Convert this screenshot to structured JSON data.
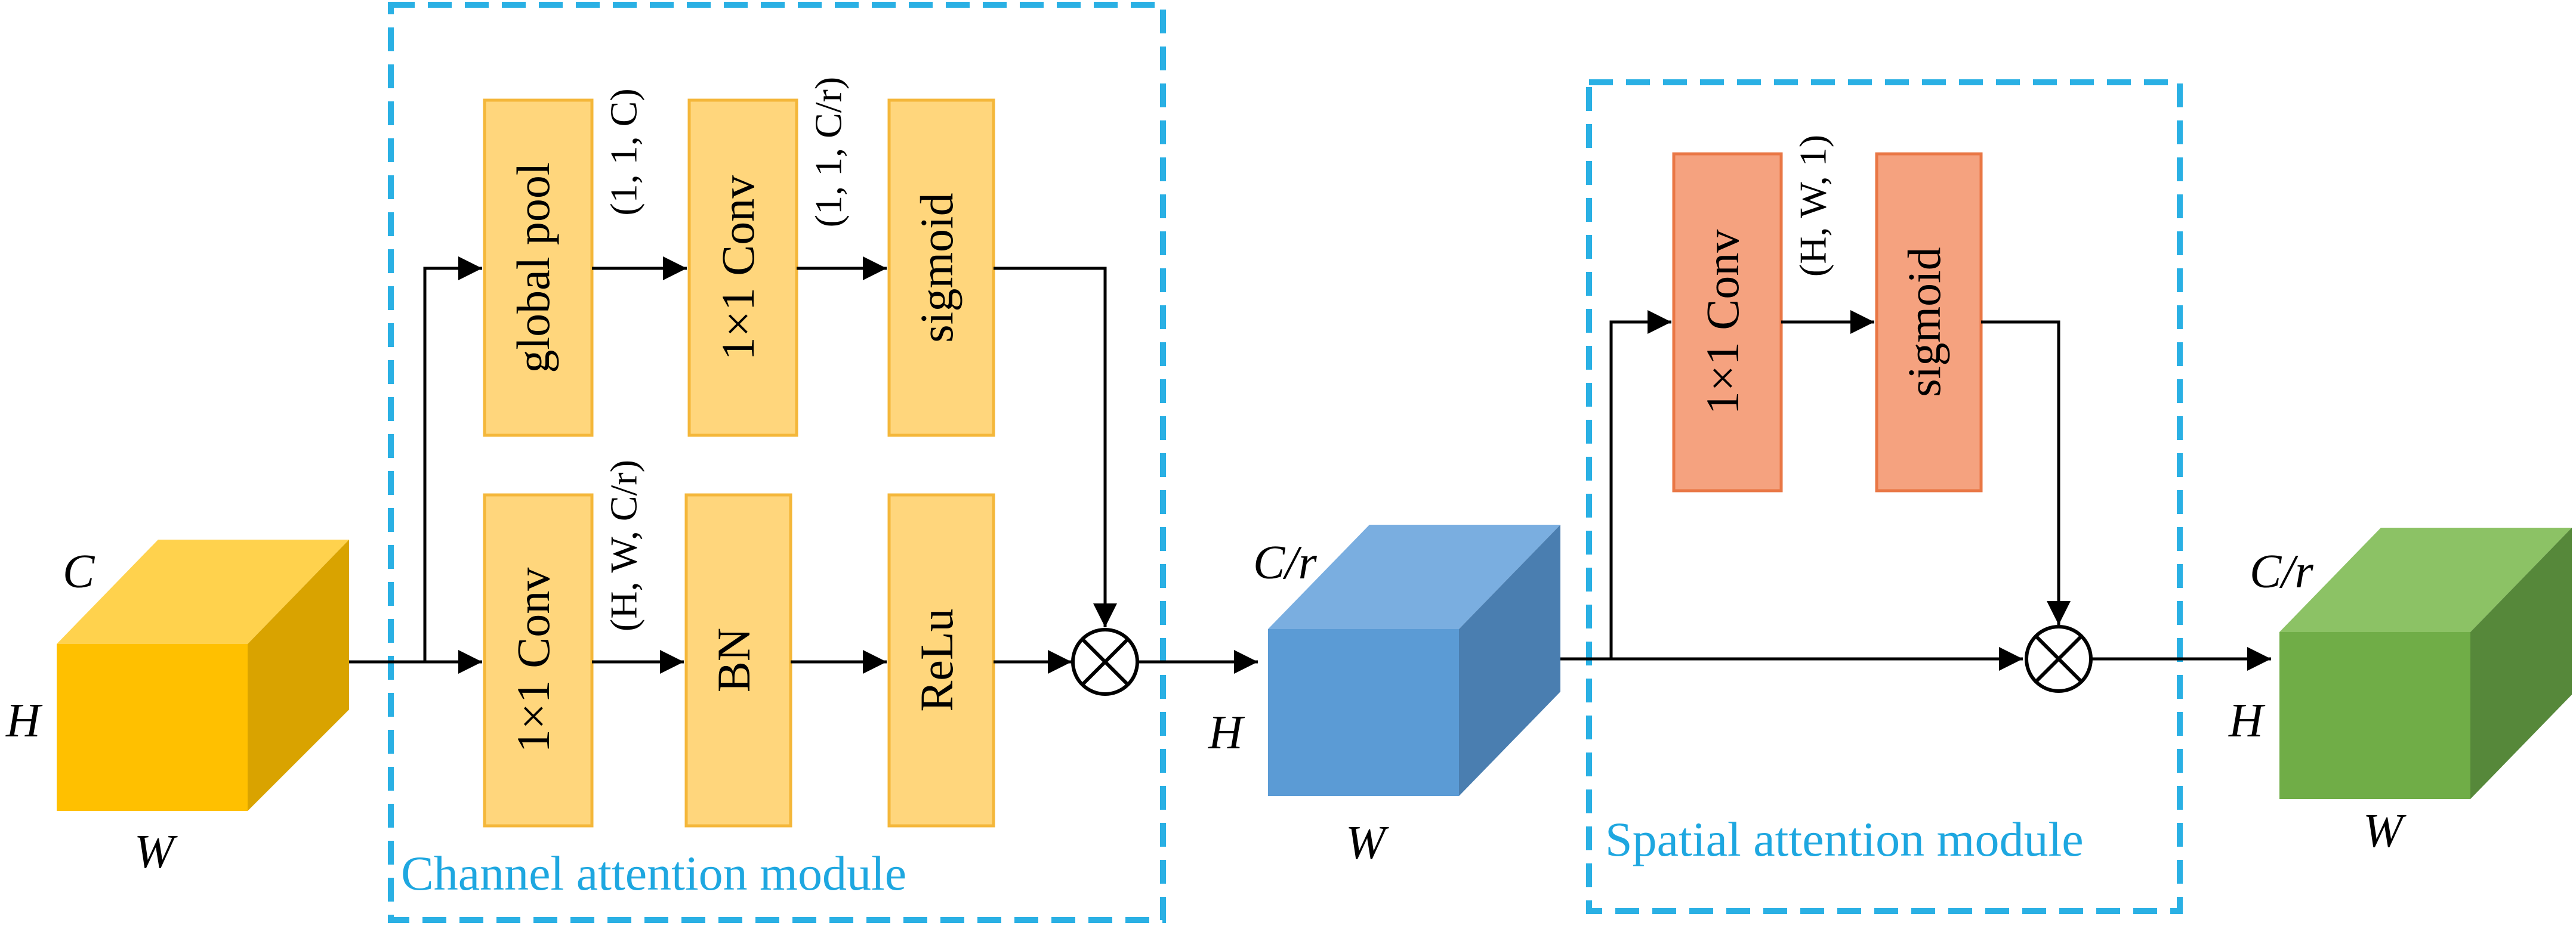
{
  "colors": {
    "dashed_frame": "#2ab0e4",
    "module_label": "#1ea7e0",
    "yellow_block_fill": "#ffd67c",
    "yellow_block_stroke": "#f4b73a",
    "orange_block_fill": "#f5a27f",
    "orange_block_stroke": "#e97745",
    "arrow": "#000000"
  },
  "input_cube": {
    "label_c": "C",
    "label_h": "H",
    "label_w": "W",
    "front": "#ffc000",
    "top": "#ffd24d",
    "side": "#d9a300"
  },
  "middle_cube": {
    "label_c": "C/r",
    "label_h": "H",
    "label_w": "W",
    "front": "#5b9bd5",
    "top": "#7aaee0",
    "side": "#4a7eb0"
  },
  "output_cube": {
    "label_c": "C/r",
    "label_h": "H",
    "label_w": "W",
    "front": "#70ad47",
    "top": "#8cc265",
    "side": "#56883a"
  },
  "channel_module": {
    "label": "Channel attention module",
    "top_row": {
      "block1": "global pool",
      "dim1": "(1, 1, C)",
      "block2": "1×1 Conv",
      "dim2": "(1, 1, C/r)",
      "block3": "sigmoid"
    },
    "bottom_row": {
      "block1": "1×1 Conv",
      "dim1": "(H, W, C/r)",
      "block2": "BN",
      "block3": "ReLu"
    }
  },
  "spatial_module": {
    "label": "Spatial attention module",
    "block1": "1×1 Conv",
    "dim1": "(H, W, 1)",
    "block2": "sigmoid"
  },
  "multiply_symbol": "⊗"
}
